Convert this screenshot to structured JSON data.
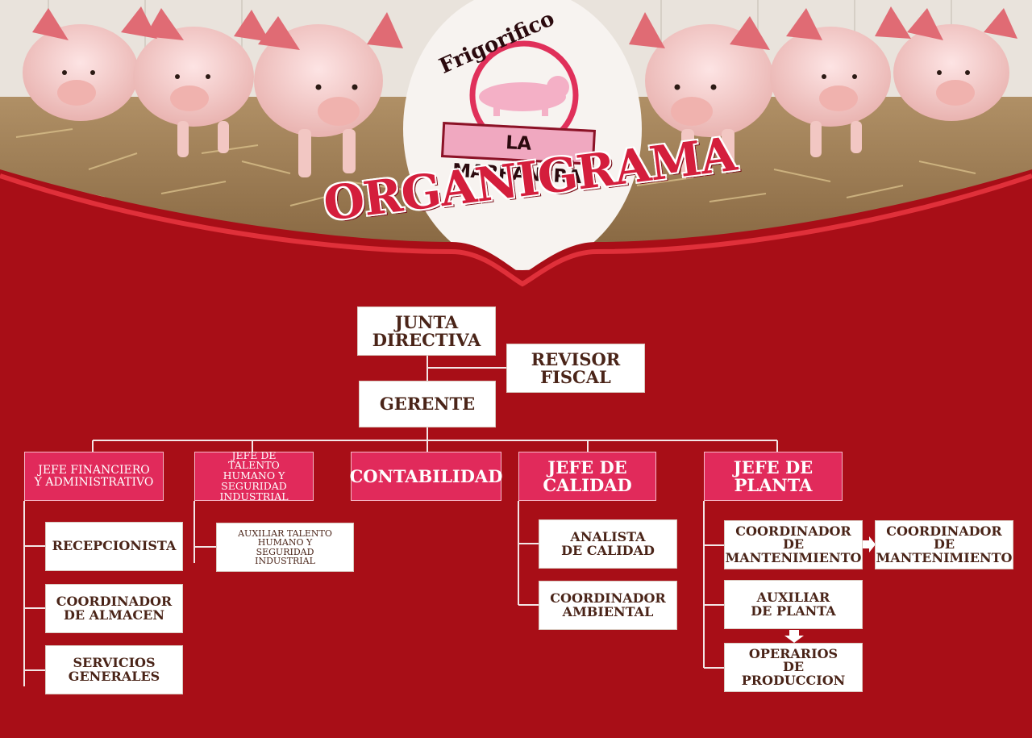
{
  "header": {
    "brand_prefix": "Frigorifico",
    "brand_name": "LA MARRANERA",
    "title": "ORGANIGRAMA"
  },
  "chart": {
    "junta": "JUNTA DIRECTIVA",
    "revisor": "REVISOR FISCAL",
    "gerente": "GERENTE",
    "jefe_financiero": "JEFE FINANCIERO Y ADMINISTRATIVO",
    "jefe_talento": "JEFE DE TALENTO HUMANO Y SEGURIDAD INDUSTRIAL",
    "contabilidad": "CONTABILIDAD",
    "jefe_calidad": "JEFE DE CALIDAD",
    "jefe_planta": "JEFE DE PLANTA",
    "recepcionista": "RECEPCIONISTA",
    "coord_almacen": "COORDINADOR DE ALMACEN",
    "servicios_generales": "SERVICIOS GENERALES",
    "auxiliar_talento": "AUXILIAR TALENTO HUMANO Y SEGURIDAD INDUSTRIAL",
    "analista_calidad": "ANALISTA DE CALIDAD",
    "coord_ambiental": "COORDINADOR AMBIENTAL",
    "coord_mant_1": "COORDINADOR DE MANTENIMIENTO",
    "coord_mant_2": "COORDINADOR DE MANTENIMIENTO",
    "auxiliar_planta": "AUXILIAR DE PLANTA",
    "operarios": "OPERARIOS DE PRODUCCION"
  },
  "colors": {
    "background": "#a80e17",
    "box_pink": "#e12a5b",
    "box_white": "#ffffff",
    "text_brown": "#4a2418",
    "connector": "#f3e6e6"
  }
}
